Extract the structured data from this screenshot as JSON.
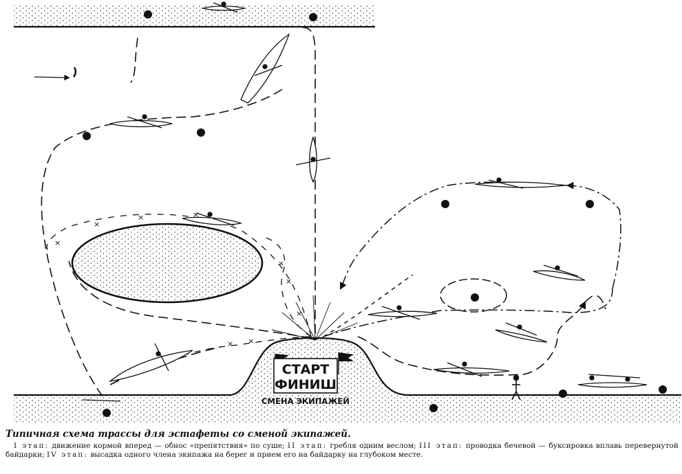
{
  "labels": {
    "start": "СТАРТ",
    "finish": "ФИНИШ",
    "crew_change": "СМЕНА ЭКИПАЖЕЙ"
  },
  "caption": {
    "title": "Типичная схема трассы для эстафеты со сменой экипажей.",
    "stage1_label": "I этап:",
    "stage1_text": " движение кормой вперед — обнос «препятствия» по суше; ",
    "stage2_label": "II этап:",
    "stage2_text": " гребля одним веслом; ",
    "stage3_label": "III этап:",
    "stage3_text": " проводка бечевой — буксировка вплавь перевернутой байдарки; ",
    "stage4_label": "IV этап:",
    "stage4_text": " высадка одного члена экипажа на берег и прием его на байдарку на глубоком месте."
  },
  "colors": {
    "ink": "#111111",
    "paper": "#ffffff",
    "shore_dot": "#333333"
  },
  "icons": [
    "buoy-icon",
    "kayak-icon",
    "flag-icon",
    "current-arrow-icon"
  ]
}
